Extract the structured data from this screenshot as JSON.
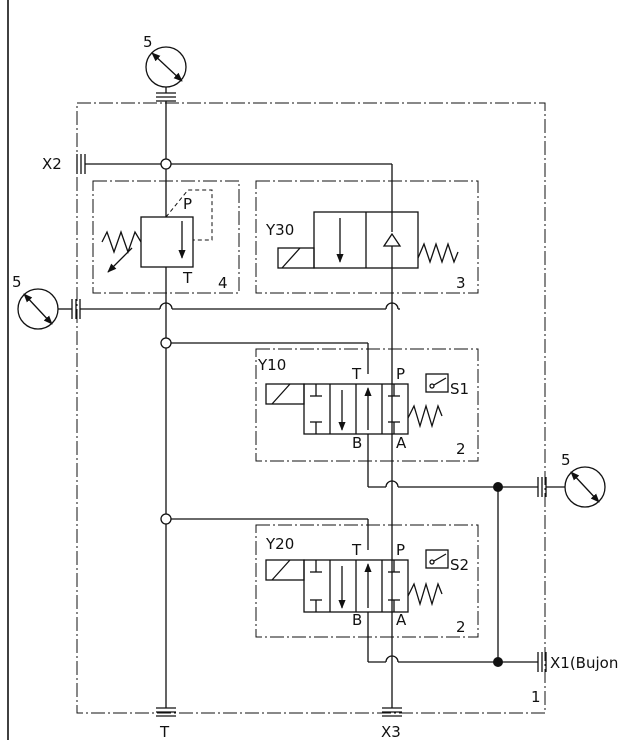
{
  "labels": {
    "gauge_top": "5",
    "gauge_left": "5",
    "gauge_right": "5",
    "x2": "X2",
    "x3": "X3",
    "t_bottom": "T",
    "x1": "X1(Bujon",
    "frame_no": "1",
    "relief": {
      "p": "P",
      "t": "T",
      "no": "4"
    },
    "valve3": {
      "coil": "Y30",
      "no": "3"
    },
    "valve2a": {
      "coil": "Y10",
      "t": "T",
      "p": "P",
      "b": "B",
      "a": "A",
      "switch": "S1",
      "no": "2"
    },
    "valve2b": {
      "coil": "Y20",
      "t": "T",
      "p": "P",
      "b": "B",
      "a": "A",
      "switch": "S2",
      "no": "2"
    }
  }
}
